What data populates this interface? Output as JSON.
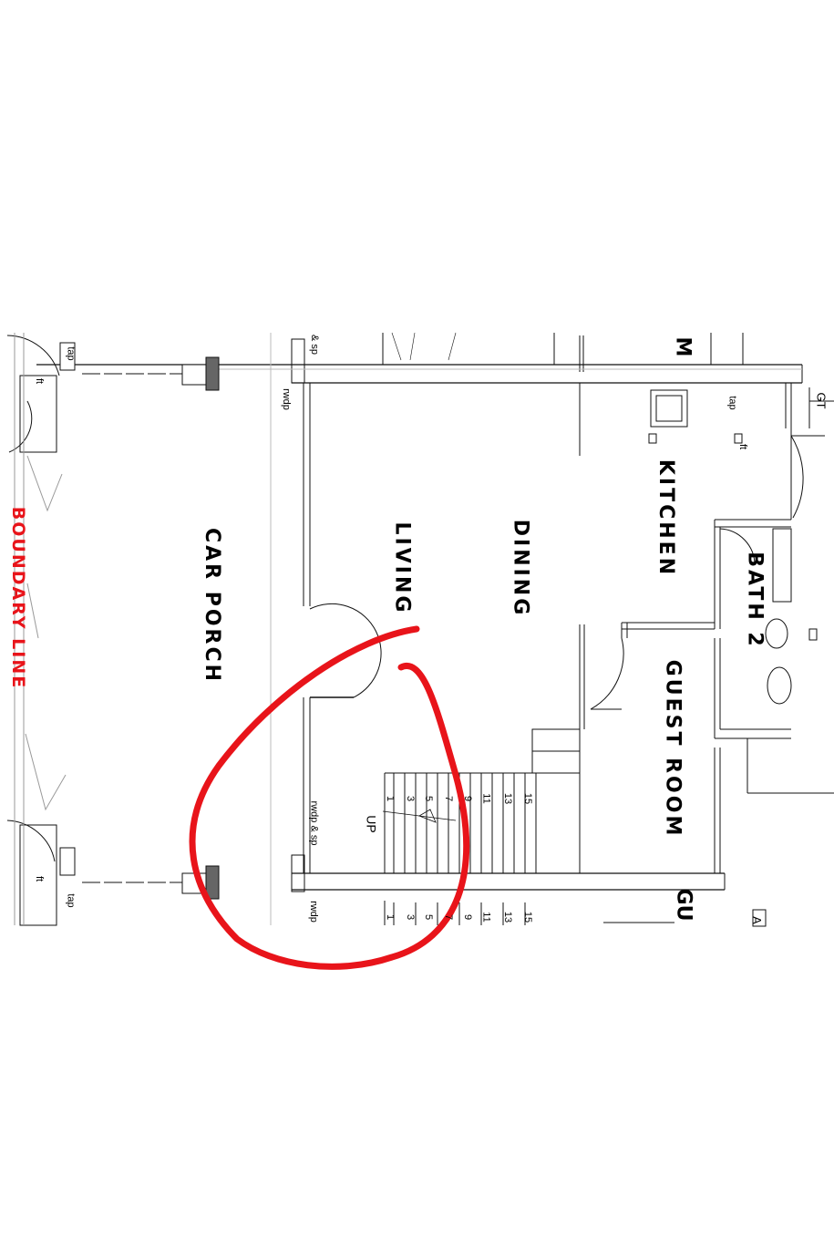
{
  "rooms": {
    "car_porch": "CAR PORCH",
    "living": "LIVING",
    "dining": "DINING",
    "kitchen": "KITCHEN",
    "guest_room": "GUEST ROOM",
    "bath_2": "BATH 2",
    "boundary_line": "BOUNDARY LINE",
    "top_cut": "M",
    "bottom_cut": "GU"
  },
  "fixtures": {
    "tap": "tap",
    "ft": "ft",
    "gt": "GT",
    "rwdp": "rwdp",
    "rwdp_sp": "rwdp & sp",
    "sp_top": "& sp",
    "up": "UP",
    "right_cut": "A"
  },
  "stair_numbers": [
    "1",
    "3",
    "5",
    "7",
    "9",
    "11",
    "13",
    "15"
  ],
  "colors": {
    "line": "#111111",
    "annotation": "#e8141a",
    "boundary": "#e8141a",
    "fill_dark": "#666666"
  }
}
